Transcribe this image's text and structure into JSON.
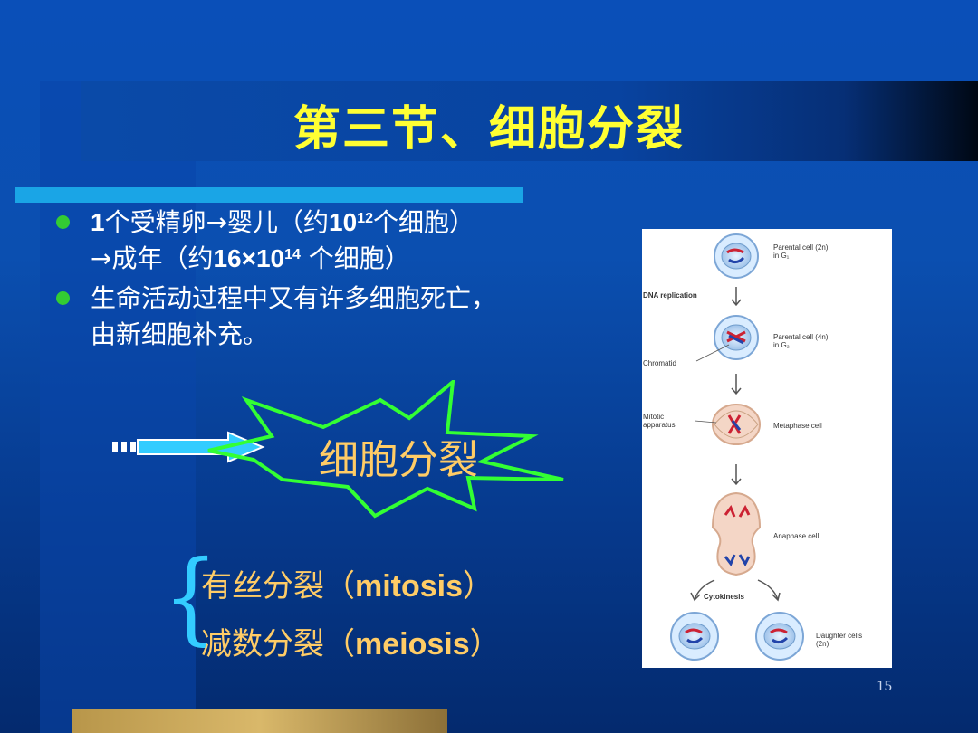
{
  "title": "第三节、细胞分裂",
  "bullets": [
    {
      "pre": "1",
      "t1": "个受精卵→婴儿（约",
      "n1": "10",
      "sup1": "12",
      "t2": "个细胞）",
      "t3": "→成年（约",
      "n2": "16×10",
      "sup2": "14",
      "t4": " 个细胞）"
    },
    {
      "line1": "生命活动过程中又有许多细胞死亡，",
      "line2": "由新细胞补充。"
    }
  ],
  "burst_text": "细胞分裂",
  "divisions": [
    {
      "cn": "有丝分裂（",
      "en": "mitosis",
      "close": "）"
    },
    {
      "cn": "减数分裂（",
      "en": "meiosis",
      "close": "）"
    }
  ],
  "figure": {
    "labels": {
      "parental_g1": "Parental cell (2n)",
      "parental_g1_sub": "in G₁",
      "dna_replication": "DNA replication",
      "parental_g2": "Parental cell (4n)",
      "parental_g2_sub": "in G₂",
      "chromatid": "Chromatid",
      "mitotic": "Mitotic",
      "apparatus": "apparatus",
      "metaphase": "Metaphase cell",
      "anaphase": "Anaphase cell",
      "cytokinesis": "Cytokinesis",
      "daughter": "Daughter cells",
      "daughter_sub": "(2n)"
    }
  },
  "page_number": "15",
  "colors": {
    "title": "#ffff33",
    "burst_outline": "#33ff33",
    "accent_text": "#ffcc66",
    "arrow": "#33ccff",
    "bullet_dot": "#33cc33"
  }
}
